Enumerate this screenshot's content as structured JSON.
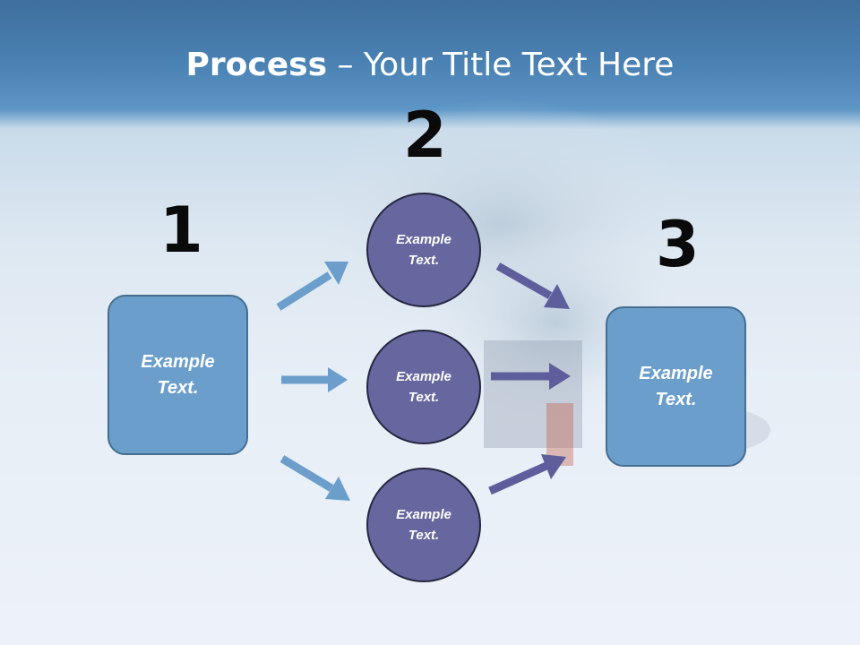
{
  "slide": {
    "title_bold": "Process",
    "title_rest": " – Your Title Text Here"
  },
  "steps": {
    "step1": {
      "number": "1",
      "text_line1": "Example",
      "text_line2": "Text."
    },
    "step2": {
      "number": "2",
      "circles": [
        {
          "text_line1": "Example",
          "text_line2": "Text."
        },
        {
          "text_line1": "Example",
          "text_line2": "Text."
        },
        {
          "text_line1": "Example",
          "text_line2": "Text."
        }
      ]
    },
    "step3": {
      "number": "3",
      "text_line1": "Example",
      "text_line2": "Text."
    }
  },
  "colors": {
    "box_fill": "#6b9ecb",
    "circle_fill": "#66679e",
    "arrow_light": "#6b9ecb",
    "arrow_dark": "#5f5e9c",
    "header_blue": "#4a82b4"
  }
}
